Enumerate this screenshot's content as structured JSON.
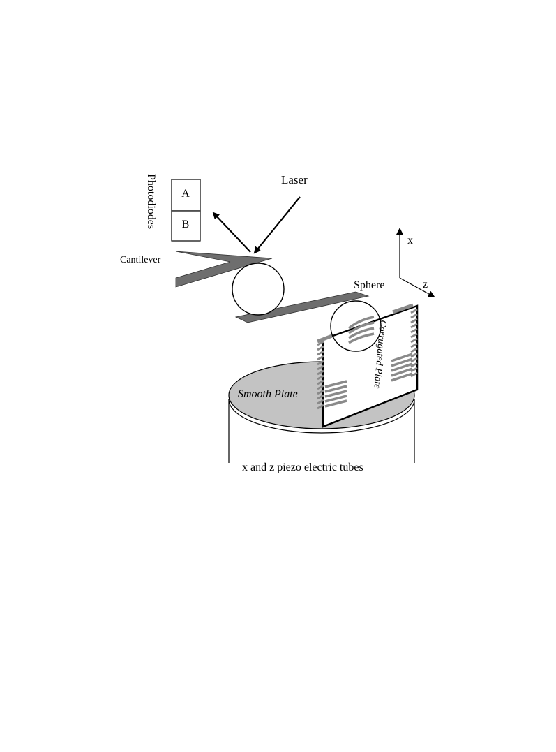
{
  "labels": {
    "photodiodes": "Photodiodes",
    "photodiode_a": "A",
    "photodiode_b": "B",
    "laser": "Laser",
    "cantilever": "Cantilever",
    "axis_x": "x",
    "axis_z": "z",
    "sphere": "Sphere",
    "corrugated_plate": "Corrugated Plate",
    "smooth_plate": "Smooth Plate",
    "piezo_tubes": "x and z piezo electric tubes"
  },
  "colors": {
    "stroke": "#000000",
    "cantilever_fill": "#6e6e6e",
    "plate_fill": "#c3c3c3",
    "corrugation": "#8a8a8a"
  }
}
